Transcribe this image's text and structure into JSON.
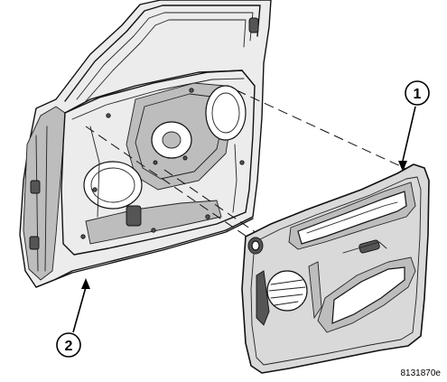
{
  "callouts": [
    {
      "label": "1",
      "part": "door-trim-panel"
    },
    {
      "label": "2",
      "part": "door-inner-frame"
    }
  ],
  "figure_code": "8131870e",
  "colors": {
    "line": "#111111",
    "panel_shade": "#d9d9d9",
    "frame_shade": "#ececec",
    "background": "#ffffff"
  }
}
